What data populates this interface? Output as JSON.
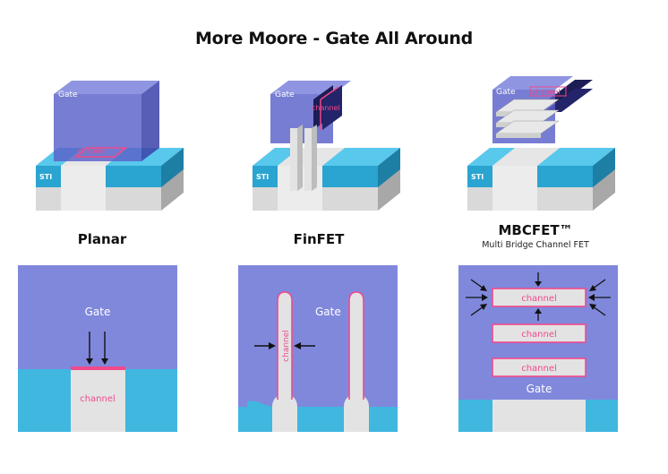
{
  "title": "More Moore - Gate All Around",
  "devices": [
    {
      "name": "Planar"
    },
    {
      "name": "FinFET"
    },
    {
      "name": "MBCFET™",
      "subtitle": "Multi Bridge Channel FET"
    }
  ],
  "labels": {
    "gate": "Gate",
    "sti": "STI",
    "channel": "channel"
  },
  "colors": {
    "gate_blue": "#8088dc",
    "sti_cyan": "#3fb7df",
    "silicon_grey": "#e3e3e3",
    "channel_pink": "#f04a8c"
  }
}
